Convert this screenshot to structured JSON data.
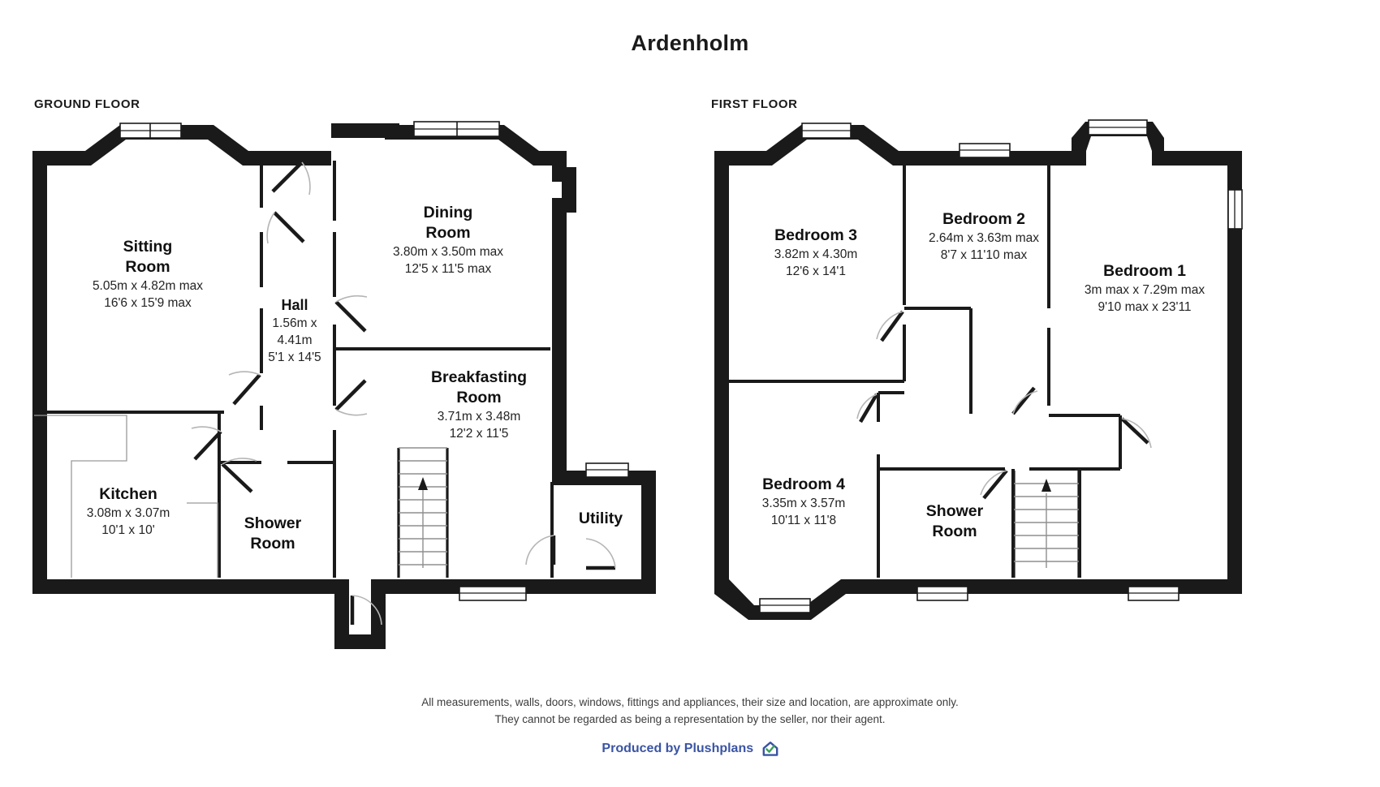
{
  "title": "Ardenholm",
  "floors": [
    {
      "id": "ground",
      "label": "GROUND FLOOR",
      "rooms": [
        {
          "name": "Sitting\nRoom",
          "metric": "5.05m x 4.82m max",
          "imperial": "16'6 x 15'9 max"
        },
        {
          "name": "Hall",
          "metric": "1.56m x\n4.41m",
          "imperial": "5'1 x 14'5"
        },
        {
          "name": "Dining\nRoom",
          "metric": "3.80m x 3.50m max",
          "imperial": "12'5 x 11'5 max"
        },
        {
          "name": "Breakfasting\nRoom",
          "metric": "3.71m x 3.48m",
          "imperial": "12'2 x 11'5"
        },
        {
          "name": "Kitchen",
          "metric": "3.08m x 3.07m",
          "imperial": "10'1 x 10'"
        },
        {
          "name": "Shower\nRoom",
          "metric": "",
          "imperial": ""
        },
        {
          "name": "Utility",
          "metric": "",
          "imperial": ""
        }
      ]
    },
    {
      "id": "first",
      "label": "FIRST FLOOR",
      "rooms": [
        {
          "name": "Bedroom 3",
          "metric": "3.82m x 4.30m",
          "imperial": "12'6 x 14'1"
        },
        {
          "name": "Bedroom 2",
          "metric": "2.64m x 3.63m max",
          "imperial": "8'7 x 11'10 max"
        },
        {
          "name": "Bedroom 1",
          "metric": "3m max x 7.29m max",
          "imperial": "9'10 max x 23'11"
        },
        {
          "name": "Bedroom 4",
          "metric": "3.35m x 3.57m",
          "imperial": "10'11 x 11'8"
        },
        {
          "name": "Shower\nRoom",
          "metric": "",
          "imperial": ""
        }
      ]
    }
  ],
  "disclaimer": {
    "line1": "All measurements, walls, doors, windows, fittings and appliances, their size and location, are approximate only.",
    "line2": "They cannot be regarded as being a representation by the seller, nor their agent."
  },
  "producer": {
    "label": "Produced by Plushplans",
    "logo_icon": "house-check-icon",
    "brand_color": "#3a54a4",
    "check_color": "#3aa05a"
  },
  "colors": {
    "wall": "#1a1a1a",
    "background": "#ffffff",
    "text": "#1a1a1a"
  }
}
